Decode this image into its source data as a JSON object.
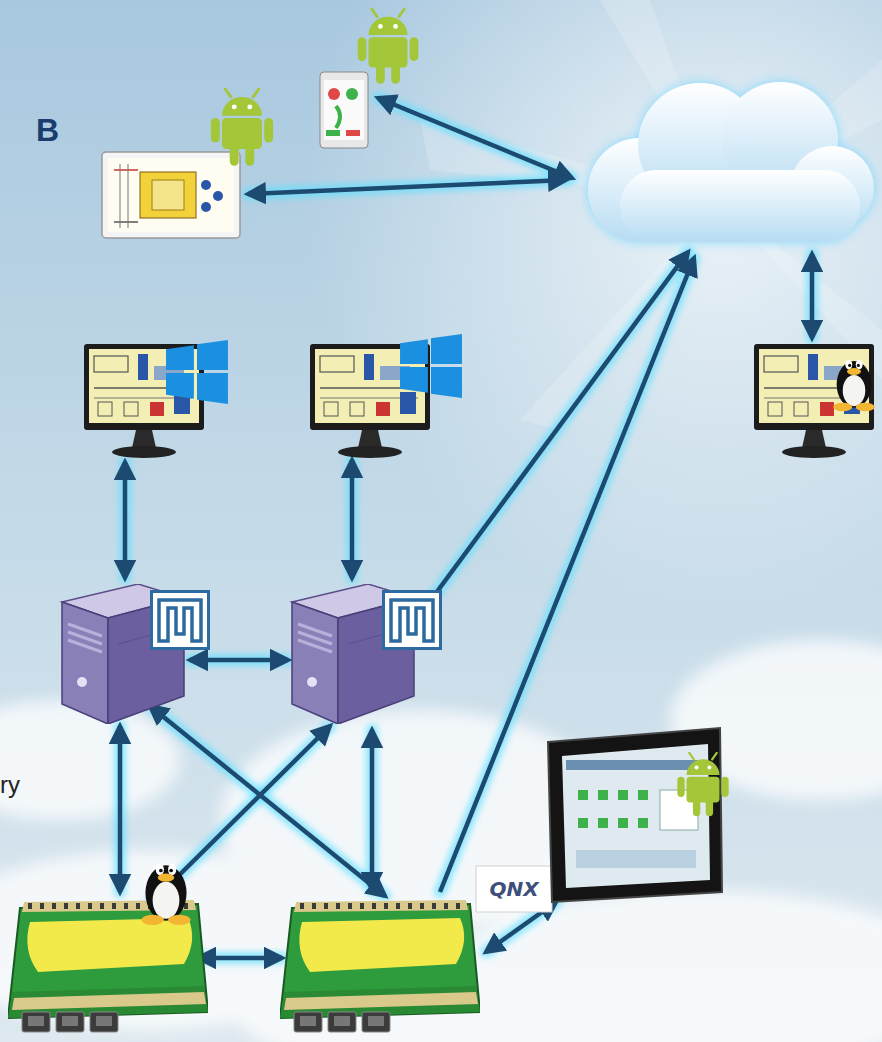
{
  "diagram": {
    "labels": [
      "B",
      "ry",
      "QNX"
    ]
  }
}
